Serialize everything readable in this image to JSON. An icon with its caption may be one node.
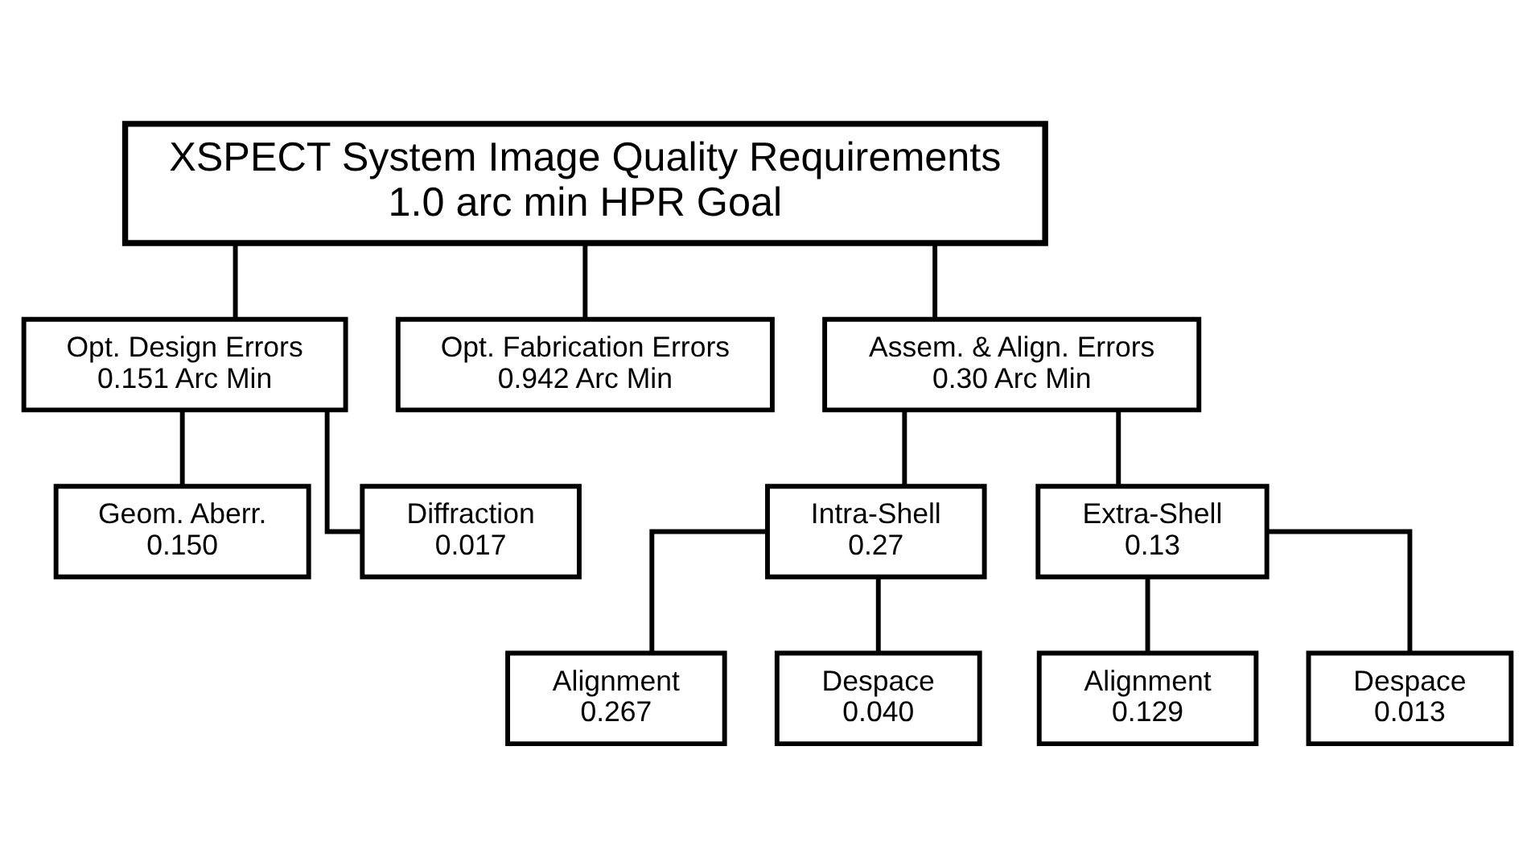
{
  "diagram": {
    "nodes": [
      {
        "text": [
          "XSPECT System Image Quality Requirements",
          "1.0 arc min HPR Goal"
        ]
      },
      {
        "text": [
          "Opt. Design Errors",
          "0.151 Arc Min"
        ]
      },
      {
        "text": [
          "Opt. Fabrication Errors",
          "0.942 Arc Min"
        ]
      },
      {
        "text": [
          "Assem. & Align. Errors",
          "0.30 Arc Min"
        ]
      },
      {
        "text": [
          "Geom. Aberr.",
          "0.150"
        ]
      },
      {
        "text": [
          "Diffraction",
          "0.017"
        ]
      },
      {
        "text": [
          "Intra-Shell",
          "0.27"
        ]
      },
      {
        "text": [
          "Extra-Shell",
          "0.13"
        ]
      },
      {
        "text": [
          "Alignment",
          "0.267"
        ]
      },
      {
        "text": [
          "Despace",
          "0.040"
        ]
      },
      {
        "text": [
          "Alignment",
          "0.129"
        ]
      },
      {
        "text": [
          "Despace",
          "0.013"
        ]
      }
    ],
    "edges": [
      {
        "from": 0,
        "to": 1,
        "arrow": "none"
      },
      {
        "from": 0,
        "to": 2,
        "arrow": "none"
      },
      {
        "from": 0,
        "to": 3,
        "arrow": "none"
      },
      {
        "from": 1,
        "to": 4,
        "arrow": "none"
      },
      {
        "from": 1,
        "to": 5,
        "arrow": "none"
      },
      {
        "from": 3,
        "to": 6,
        "arrow": "none"
      },
      {
        "from": 3,
        "to": 7,
        "arrow": "none"
      },
      {
        "from": 6,
        "to": 8,
        "arrow": "none"
      },
      {
        "from": 6,
        "to": 9,
        "arrow": "none"
      },
      {
        "from": 7,
        "to": 10,
        "arrow": "none"
      },
      {
        "from": 7,
        "to": 11,
        "arrow": "none"
      }
    ]
  }
}
